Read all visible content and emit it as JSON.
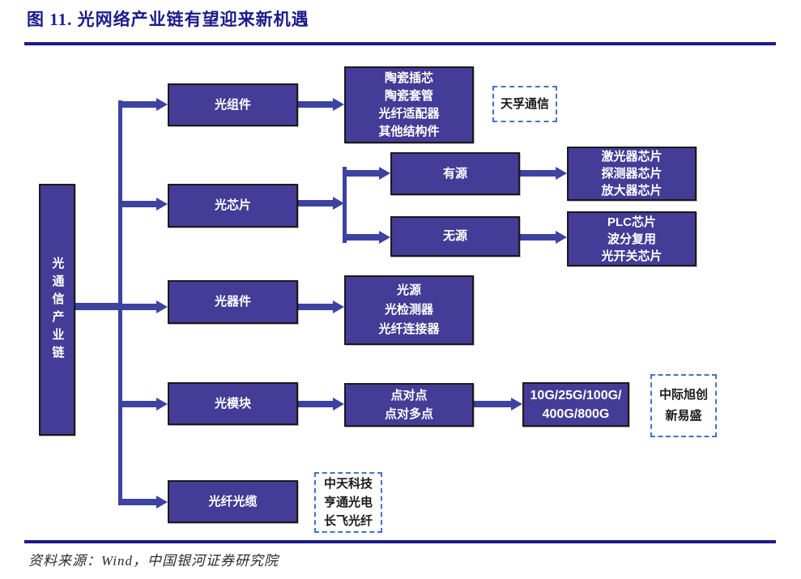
{
  "figure": {
    "title": "图 11.  光网络产业链有望迎来新机遇",
    "source": "资料来源：Wind，中国银河证券研究院"
  },
  "colors": {
    "navy": "#1b1b8c",
    "box_fill": "#443c96",
    "box_border": "#1a1a1a",
    "arrow": "#3d43a0",
    "dashed_border": "#4472c4",
    "text_light": "#ffffff",
    "text_dark": "#1a1a1a"
  },
  "diagram": {
    "nodes": {
      "root": {
        "label": "光通信产业链"
      },
      "components": {
        "label": "光组件"
      },
      "components_products": {
        "lines": [
          "陶瓷插芯",
          "陶瓷套管",
          "光纤适配器",
          "其他结构件"
        ]
      },
      "components_company": {
        "label": "天孚通信"
      },
      "chips": {
        "label": "光芯片"
      },
      "chips_active": {
        "label": "有源"
      },
      "chips_passive": {
        "label": "无源"
      },
      "chips_active_products": {
        "lines": [
          "激光器芯片",
          "探测器芯片",
          "放大器芯片"
        ]
      },
      "chips_passive_products": {
        "lines": [
          "PLC芯片",
          "波分复用",
          "光开关芯片"
        ]
      },
      "devices": {
        "label": "光器件"
      },
      "devices_products": {
        "lines": [
          "光源",
          "光检测器",
          "光纤连接器"
        ]
      },
      "modules": {
        "label": "光模块"
      },
      "modules_types": {
        "lines": [
          "点对点",
          "点对多点"
        ]
      },
      "modules_speeds": {
        "lines": [
          "10G/25G/100G/",
          "400G/800G"
        ]
      },
      "modules_companies": {
        "lines": [
          "中际旭创",
          "新易盛"
        ]
      },
      "fiber": {
        "label": "光纤光缆"
      },
      "fiber_companies": {
        "lines": [
          "中天科技",
          "亨通光电",
          "长飞光纤"
        ]
      }
    }
  }
}
